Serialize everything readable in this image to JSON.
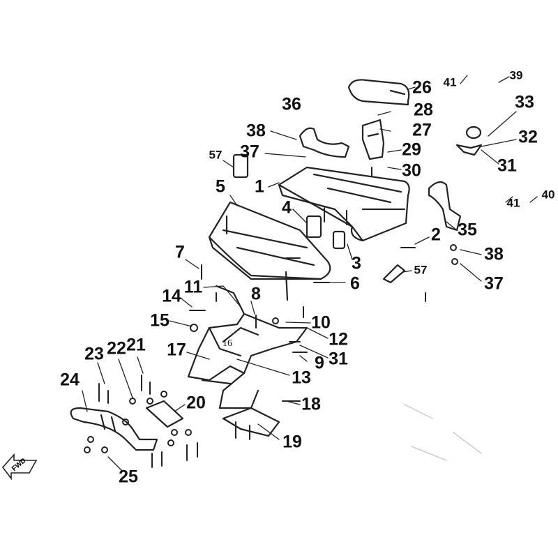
{
  "diagram": {
    "type": "exploded parts diagram",
    "callouts": [
      "26",
      "41",
      "39",
      "36",
      "28",
      "33",
      "38",
      "27",
      "32",
      "57",
      "37",
      "29",
      "31",
      "30",
      "1",
      "5",
      "4",
      "41",
      "40",
      "35",
      "2",
      "3",
      "38",
      "7",
      "57",
      "37",
      "11",
      "6",
      "14",
      "8",
      "15",
      "10",
      "12",
      "16",
      "17",
      "9",
      "31",
      "23",
      "22",
      "21",
      "13",
      "24",
      "20",
      "18",
      "19",
      "25"
    ],
    "fwd_label": "FWD"
  }
}
